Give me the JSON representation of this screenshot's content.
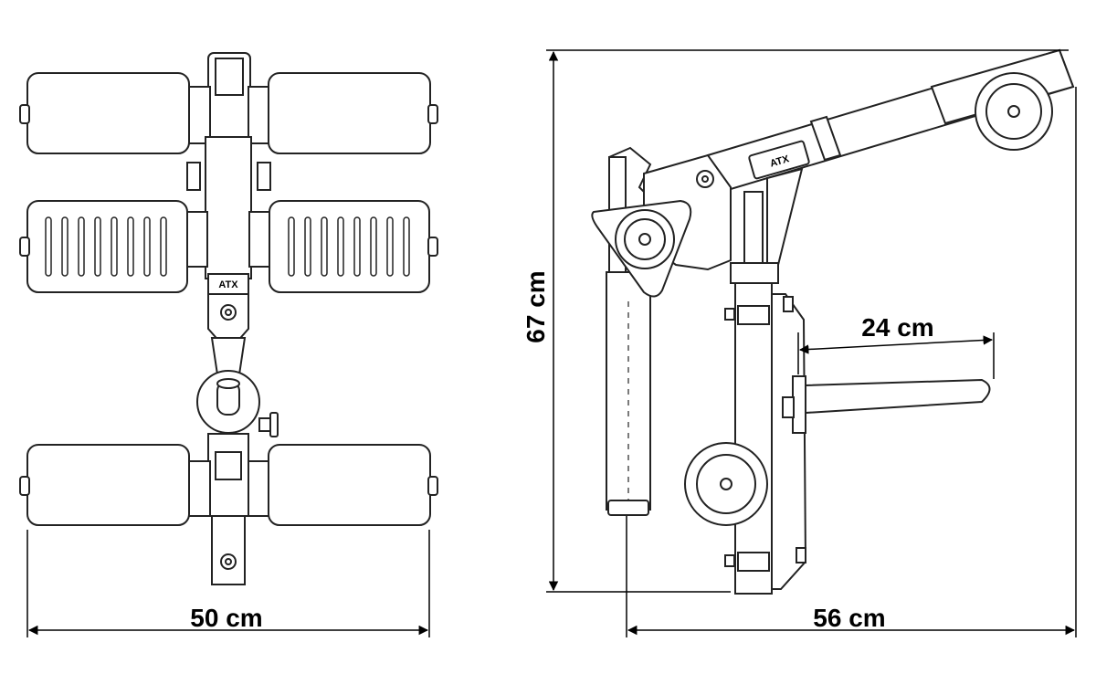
{
  "dimensions": {
    "width_front": "50 cm",
    "height": "67 cm",
    "depth_side": "56 cm",
    "horn_length": "24 cm"
  },
  "brand": {
    "logo_front": "ATX",
    "logo_side": "ATX"
  },
  "colors": {
    "line": "#222222",
    "dim_line": "#000000",
    "fill": "#ffffff"
  }
}
